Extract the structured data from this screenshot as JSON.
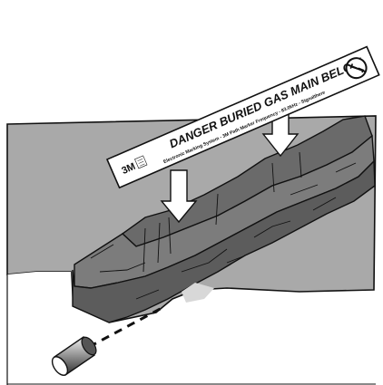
{
  "tape": {
    "brand": "3M",
    "title": "DANGER BURIED GAS MAIN BELOW",
    "subtitle": "Electronic Marking System - 3M Path Marker Frequency - 83.0kHz - Signalthere"
  },
  "colors": {
    "ground": "#a9a9a9",
    "trench_fill": "#7c7c7c",
    "trench_wall": "#5c5c5c",
    "outline": "#111111",
    "tape": "#ffffff",
    "pipe_light": "#ffffff",
    "pipe_dark": "#3a3a3a"
  }
}
